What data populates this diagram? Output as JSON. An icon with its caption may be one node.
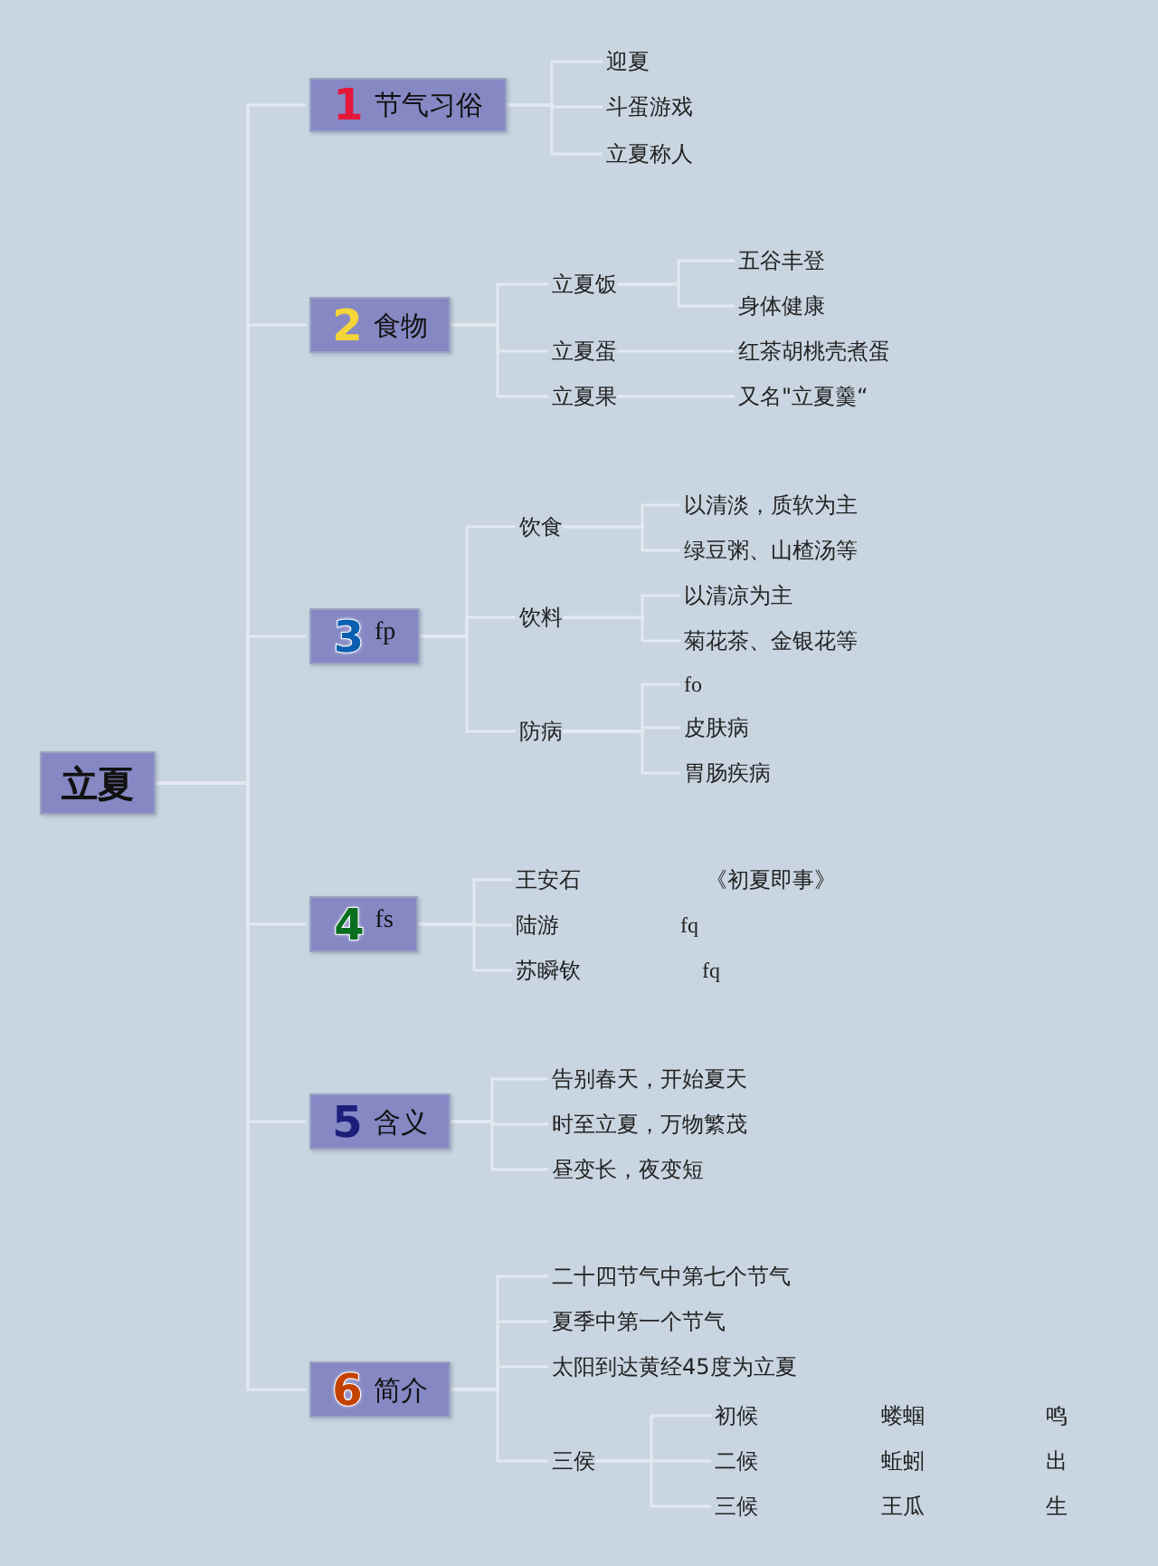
{
  "diagram": {
    "nodes": [
      {
        "text": [
          "立夏"
        ]
      },
      {
        "text": [
          "1",
          "节气习俗"
        ]
      },
      {
        "text": [
          "迎夏"
        ]
      },
      {
        "text": [
          "斗蛋游戏"
        ]
      },
      {
        "text": [
          "立夏称人"
        ]
      },
      {
        "text": [
          "2",
          "食物"
        ]
      },
      {
        "text": [
          "立夏饭"
        ]
      },
      {
        "text": [
          "立夏蛋"
        ]
      },
      {
        "text": [
          "立夏果"
        ]
      },
      {
        "text": [
          "五谷丰登"
        ]
      },
      {
        "text": [
          "身体健康"
        ]
      },
      {
        "text": [
          "红茶胡桃壳煮蛋"
        ]
      },
      {
        "text": [
          "又名\"立夏羹“"
        ]
      },
      {
        "text": [
          "3",
          "fp"
        ]
      },
      {
        "text": [
          "饮食"
        ]
      },
      {
        "text": [
          "饮料"
        ]
      },
      {
        "text": [
          "防病"
        ]
      },
      {
        "text": [
          "以清淡，质软为主"
        ]
      },
      {
        "text": [
          "绿豆粥、山楂汤等"
        ]
      },
      {
        "text": [
          "以清凉为主"
        ]
      },
      {
        "text": [
          "菊花茶、金银花等"
        ]
      },
      {
        "text": [
          "fo"
        ]
      },
      {
        "text": [
          "皮肤病"
        ]
      },
      {
        "text": [
          "胃肠疾病"
        ]
      },
      {
        "text": [
          "4",
          "fs"
        ]
      },
      {
        "text": [
          "王安石"
        ]
      },
      {
        "text": [
          "陆游"
        ]
      },
      {
        "text": [
          "苏瞬钦"
        ]
      },
      {
        "text": [
          "5",
          "含义"
        ]
      },
      {
        "text": [
          "告别春天，开始夏天"
        ]
      },
      {
        "text": [
          "时至立夏，万物繁茂"
        ]
      },
      {
        "text": [
          "昼变长，夜变短"
        ]
      },
      {
        "text": [
          "6",
          "简介"
        ]
      },
      {
        "text": [
          "二十四节气中第七个节气"
        ]
      },
      {
        "text": [
          "夏季中第一个节气"
        ]
      },
      {
        "text": [
          "太阳到达黄经45度为立夏"
        ]
      },
      {
        "text": [
          "三侯"
        ]
      },
      {
        "text": [
          "初候"
        ]
      },
      {
        "text": [
          "二候"
        ]
      },
      {
        "text": [
          "三候"
        ]
      }
    ],
    "edges": [
      {
        "from": 0,
        "to": 1,
        "arrow": "none"
      },
      {
        "from": 0,
        "to": 5,
        "arrow": "none"
      },
      {
        "from": 0,
        "to": 13,
        "arrow": "none"
      },
      {
        "from": 0,
        "to": 24,
        "arrow": "none"
      },
      {
        "from": 0,
        "to": 28,
        "arrow": "none"
      },
      {
        "from": 0,
        "to": 32,
        "arrow": "none"
      },
      {
        "from": 1,
        "to": 2,
        "arrow": "none"
      },
      {
        "from": 1,
        "to": 3,
        "arrow": "none"
      },
      {
        "from": 1,
        "to": 4,
        "arrow": "none"
      },
      {
        "from": 5,
        "to": 6,
        "arrow": "none"
      },
      {
        "from": 5,
        "to": 7,
        "arrow": "none"
      },
      {
        "from": 5,
        "to": 8,
        "arrow": "none"
      },
      {
        "from": 6,
        "to": 9,
        "arrow": "none"
      },
      {
        "from": 6,
        "to": 10,
        "arrow": "none"
      },
      {
        "from": 7,
        "to": 11,
        "arrow": "none"
      },
      {
        "from": 8,
        "to": 12,
        "arrow": "none"
      },
      {
        "from": 13,
        "to": 14,
        "arrow": "none"
      },
      {
        "from": 13,
        "to": 15,
        "arrow": "none"
      },
      {
        "from": 13,
        "to": 16,
        "arrow": "none"
      },
      {
        "from": 14,
        "to": 17,
        "arrow": "none"
      },
      {
        "from": 14,
        "to": 18,
        "arrow": "none"
      },
      {
        "from": 15,
        "to": 19,
        "arrow": "none"
      },
      {
        "from": 15,
        "to": 20,
        "arrow": "none"
      },
      {
        "from": 16,
        "to": 21,
        "arrow": "none"
      },
      {
        "from": 16,
        "to": 22,
        "arrow": "none"
      },
      {
        "from": 16,
        "to": 23,
        "arrow": "none"
      },
      {
        "from": 24,
        "to": 25,
        "arrow": "none"
      },
      {
        "from": 24,
        "to": 26,
        "arrow": "none"
      },
      {
        "from": 24,
        "to": 27,
        "arrow": "none"
      },
      {
        "from": 28,
        "to": 29,
        "arrow": "none"
      },
      {
        "from": 28,
        "to": 30,
        "arrow": "none"
      },
      {
        "from": 28,
        "to": 31,
        "arrow": "none"
      },
      {
        "from": 32,
        "to": 33,
        "arrow": "none"
      },
      {
        "from": 32,
        "to": 34,
        "arrow": "none"
      },
      {
        "from": 32,
        "to": 35,
        "arrow": "none"
      },
      {
        "from": 32,
        "to": 36,
        "arrow": "none"
      },
      {
        "from": 36,
        "to": 37,
        "arrow": "none"
      },
      {
        "from": 36,
        "to": 38,
        "arrow": "none"
      },
      {
        "from": 36,
        "to": 39,
        "arrow": "none"
      }
    ],
    "labels": [
      "《初夏即事》",
      "fq",
      "fq",
      "蝼蝈",
      "鸣",
      "蚯蚓",
      "出",
      "王瓜",
      "生"
    ]
  }
}
